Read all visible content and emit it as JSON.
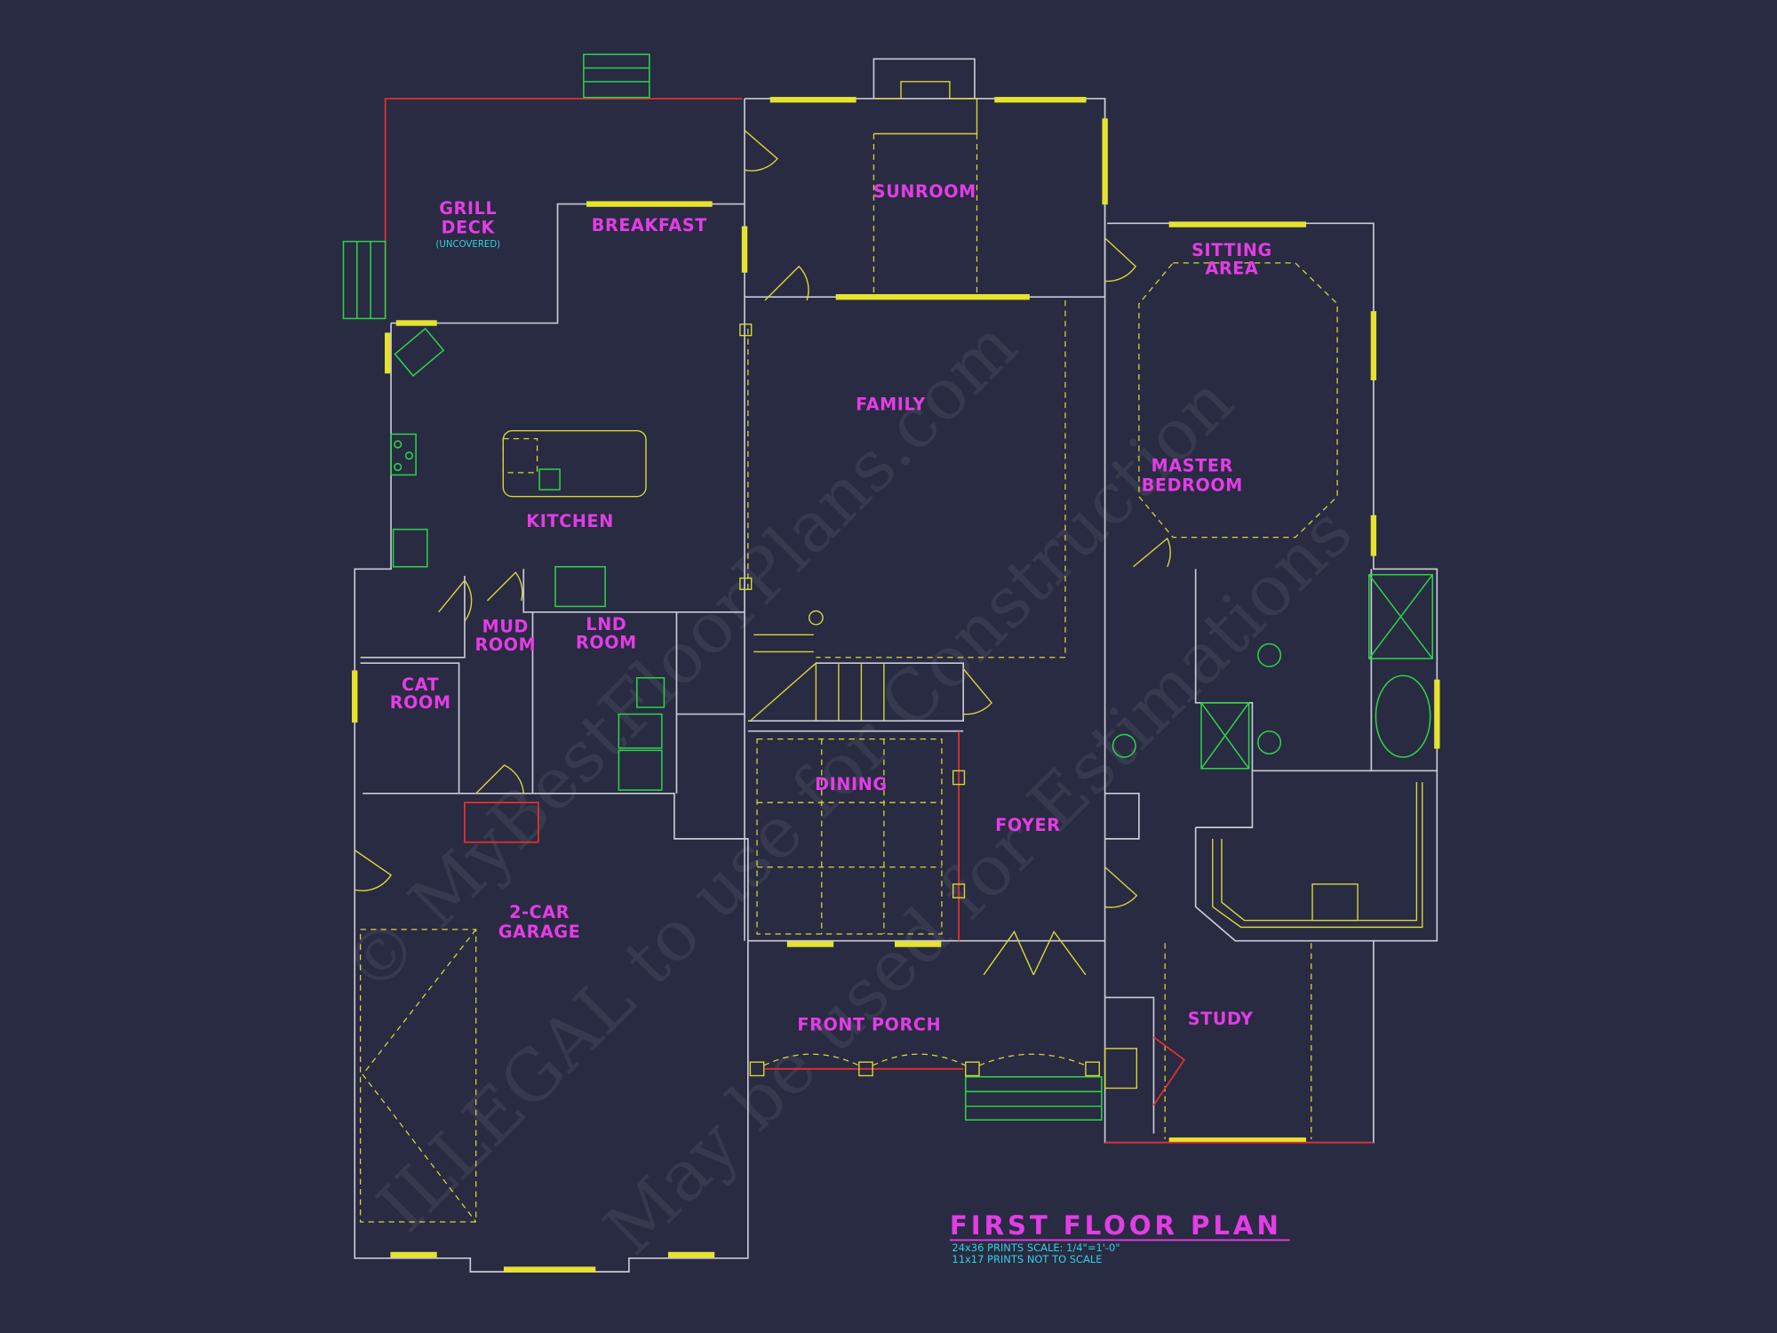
{
  "plan": {
    "title": "FIRST FLOOR PLAN",
    "scale_note_1": "24x36 PRINTS SCALE: 1/4\"=1'-0\"",
    "scale_note_2": "11x17 PRINTS NOT TO SCALE",
    "rooms": {
      "grill_deck_1": "GRILL",
      "grill_deck_2": "DECK",
      "grill_deck_note": "(UNCOVERED)",
      "breakfast": "BREAKFAST",
      "sunroom": "SUNROOM",
      "sitting_1": "SITTING",
      "sitting_2": "AREA",
      "family": "FAMILY",
      "master_1": "MASTER",
      "master_2": "BEDROOM",
      "kitchen": "KITCHEN",
      "mud_1": "MUD",
      "mud_2": "ROOM",
      "lnd_1": "LND",
      "lnd_2": "ROOM",
      "cat_1": "CAT",
      "cat_2": "ROOM",
      "dining": "DINING",
      "foyer": "FOYER",
      "garage_1": "2-CAR",
      "garage_2": "GARAGE",
      "front_porch": "FRONT PORCH",
      "study": "STUDY"
    }
  },
  "watermark": {
    "line1": "© MyBestFloorPlans.com",
    "line2": "ILLEGAL to use for Construction",
    "line3": "May be used for Estimations"
  },
  "colors": {
    "background": "#282b41",
    "walls": "#c9cad6",
    "labels": "#e43ce6",
    "notes": "#33d1e0",
    "windows": "#e6e22e",
    "fixtures": "#2ed14a",
    "openings": "#e03030"
  }
}
